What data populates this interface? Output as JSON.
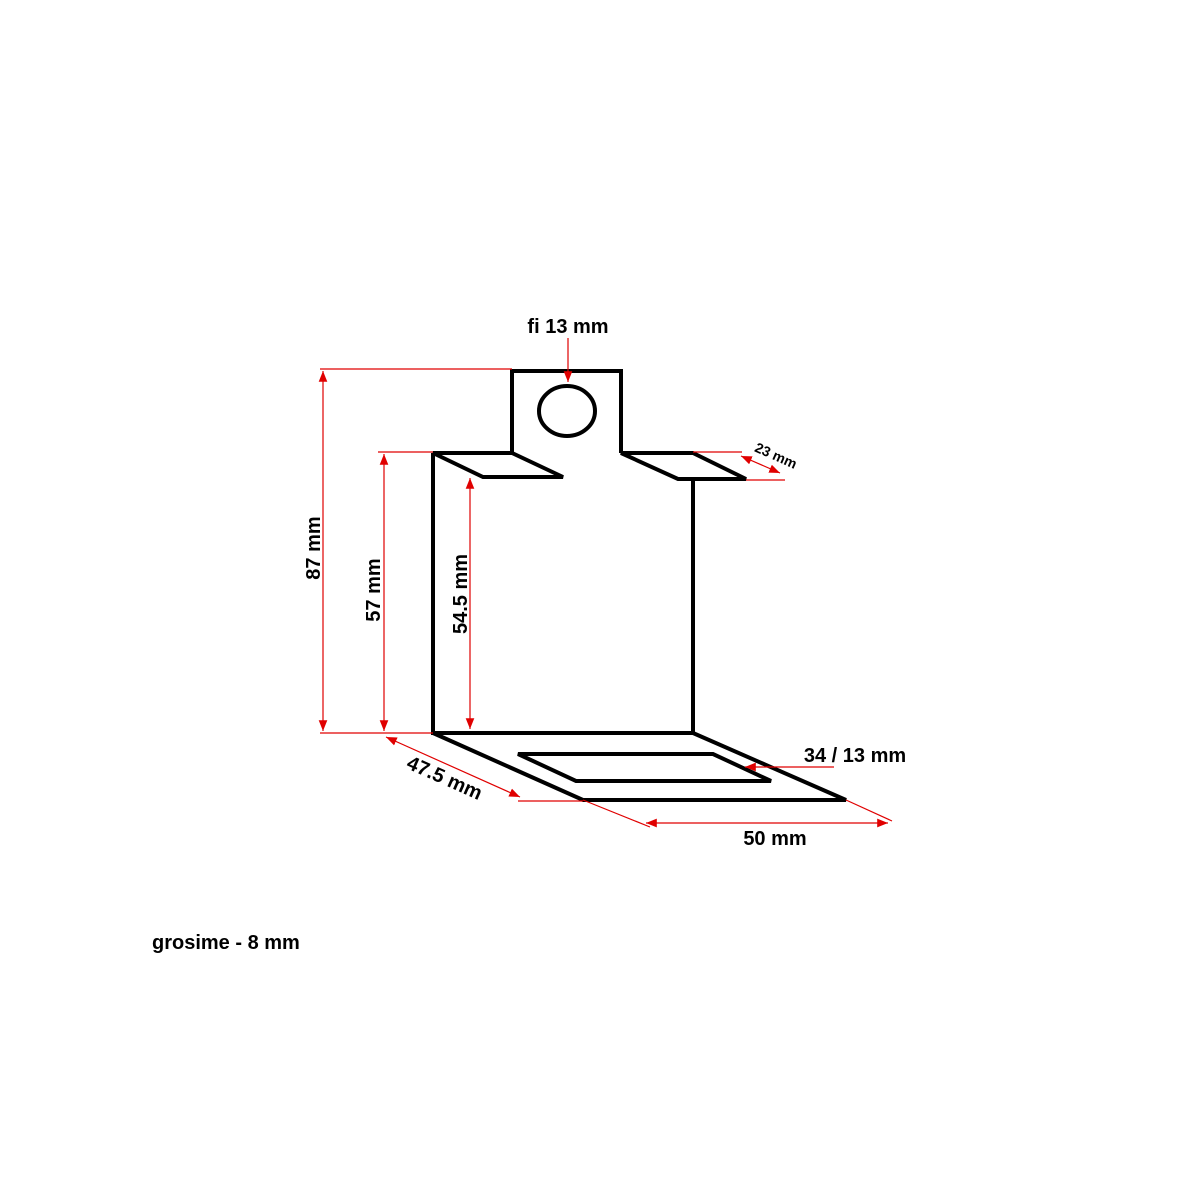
{
  "colors": {
    "outline": "#000000",
    "dimension": "#e00000",
    "background": "#ffffff"
  },
  "labels": {
    "hole": "fi 13 mm",
    "total_height": "87 mm",
    "body_height": "57 mm",
    "inner_height": "54.5 mm",
    "shelf_depth": "23 mm",
    "base_depth": "47.5 mm",
    "slot": "34 / 13 mm",
    "base_width": "50 mm",
    "thickness": "grosime - 8 mm"
  }
}
